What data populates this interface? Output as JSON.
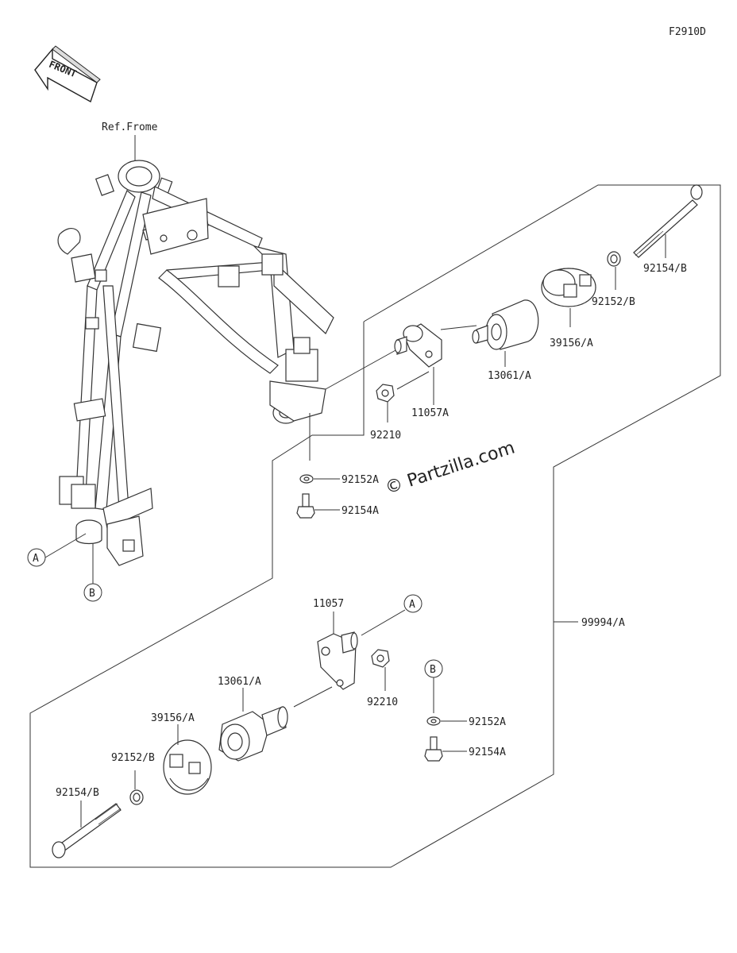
{
  "diagram_code": "F2910D",
  "front_arrow": {
    "text": "FRONT",
    "icon": "front-direction-arrow-icon"
  },
  "ref_frame_label": "Ref.Frome",
  "watermark": "© Partzilla.com",
  "kit_label": "99994/A",
  "labels": {
    "upper": {
      "p92154B": "92154/B",
      "p92152B": "92152/B",
      "p39156A": "39156/A",
      "p13061A": "13061/A",
      "p11057A": "11057A",
      "p92210": "92210",
      "p92152A": "92152A",
      "p92154A": "92154A"
    },
    "lower": {
      "p11057": "11057",
      "p13061A": "13061/A",
      "p39156A": "39156/A",
      "p92152B": "92152/B",
      "p92154B": "92154/B",
      "p92210": "92210",
      "p92152A": "92152A",
      "p92154A": "92154A"
    }
  },
  "callouts": {
    "frameA": "A",
    "frameB": "B",
    "lowerA": "A",
    "lowerB": "B"
  }
}
